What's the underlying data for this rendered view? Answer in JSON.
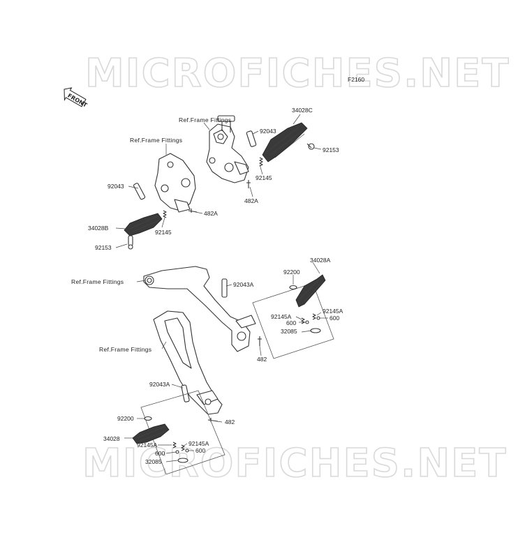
{
  "watermark": {
    "top": "MICROFICHES.NET",
    "bottom": "MICROFICHES.NET"
  },
  "figure_code": "F2160",
  "front_indicator": "FRONT",
  "labels": {
    "ref_frame_1": "Ref.Frame Fittings",
    "ref_frame_2": "Ref.Frame Fittings",
    "ref_frame_3": "Ref.Frame Fittings",
    "ref_frame_4": "Ref.Frame Fittings",
    "p34028c": "34028C",
    "p92043_a": "92043",
    "p92153_a": "92153",
    "p92145_a": "92145",
    "p482a_a": "482A",
    "p92043_b": "92043",
    "p482a_b": "482A",
    "p34028b": "34028B",
    "p92145_b": "92145",
    "p92153_b": "92153",
    "p92043a_a": "92043A",
    "p34028a": "34028A",
    "p92200_a": "92200",
    "p92145a_a": "92145A",
    "p92145a_b": "92145A",
    "p600_a": "600",
    "p600_b": "600",
    "p32085_a": "32085",
    "p482_a": "482",
    "p92043a_b": "92043A",
    "p92200_b": "92200",
    "p482_b": "482",
    "p34028": "34028",
    "p92145a_c": "92145A",
    "p92145a_d": "92145A",
    "p600_c": "600",
    "p600_d": "600",
    "p32085_b": "32085"
  },
  "colors": {
    "line": "#333333",
    "watermark_stroke": "#d9d9d9",
    "background": "#ffffff"
  },
  "icons": {
    "front": "front-arrow-icon"
  }
}
